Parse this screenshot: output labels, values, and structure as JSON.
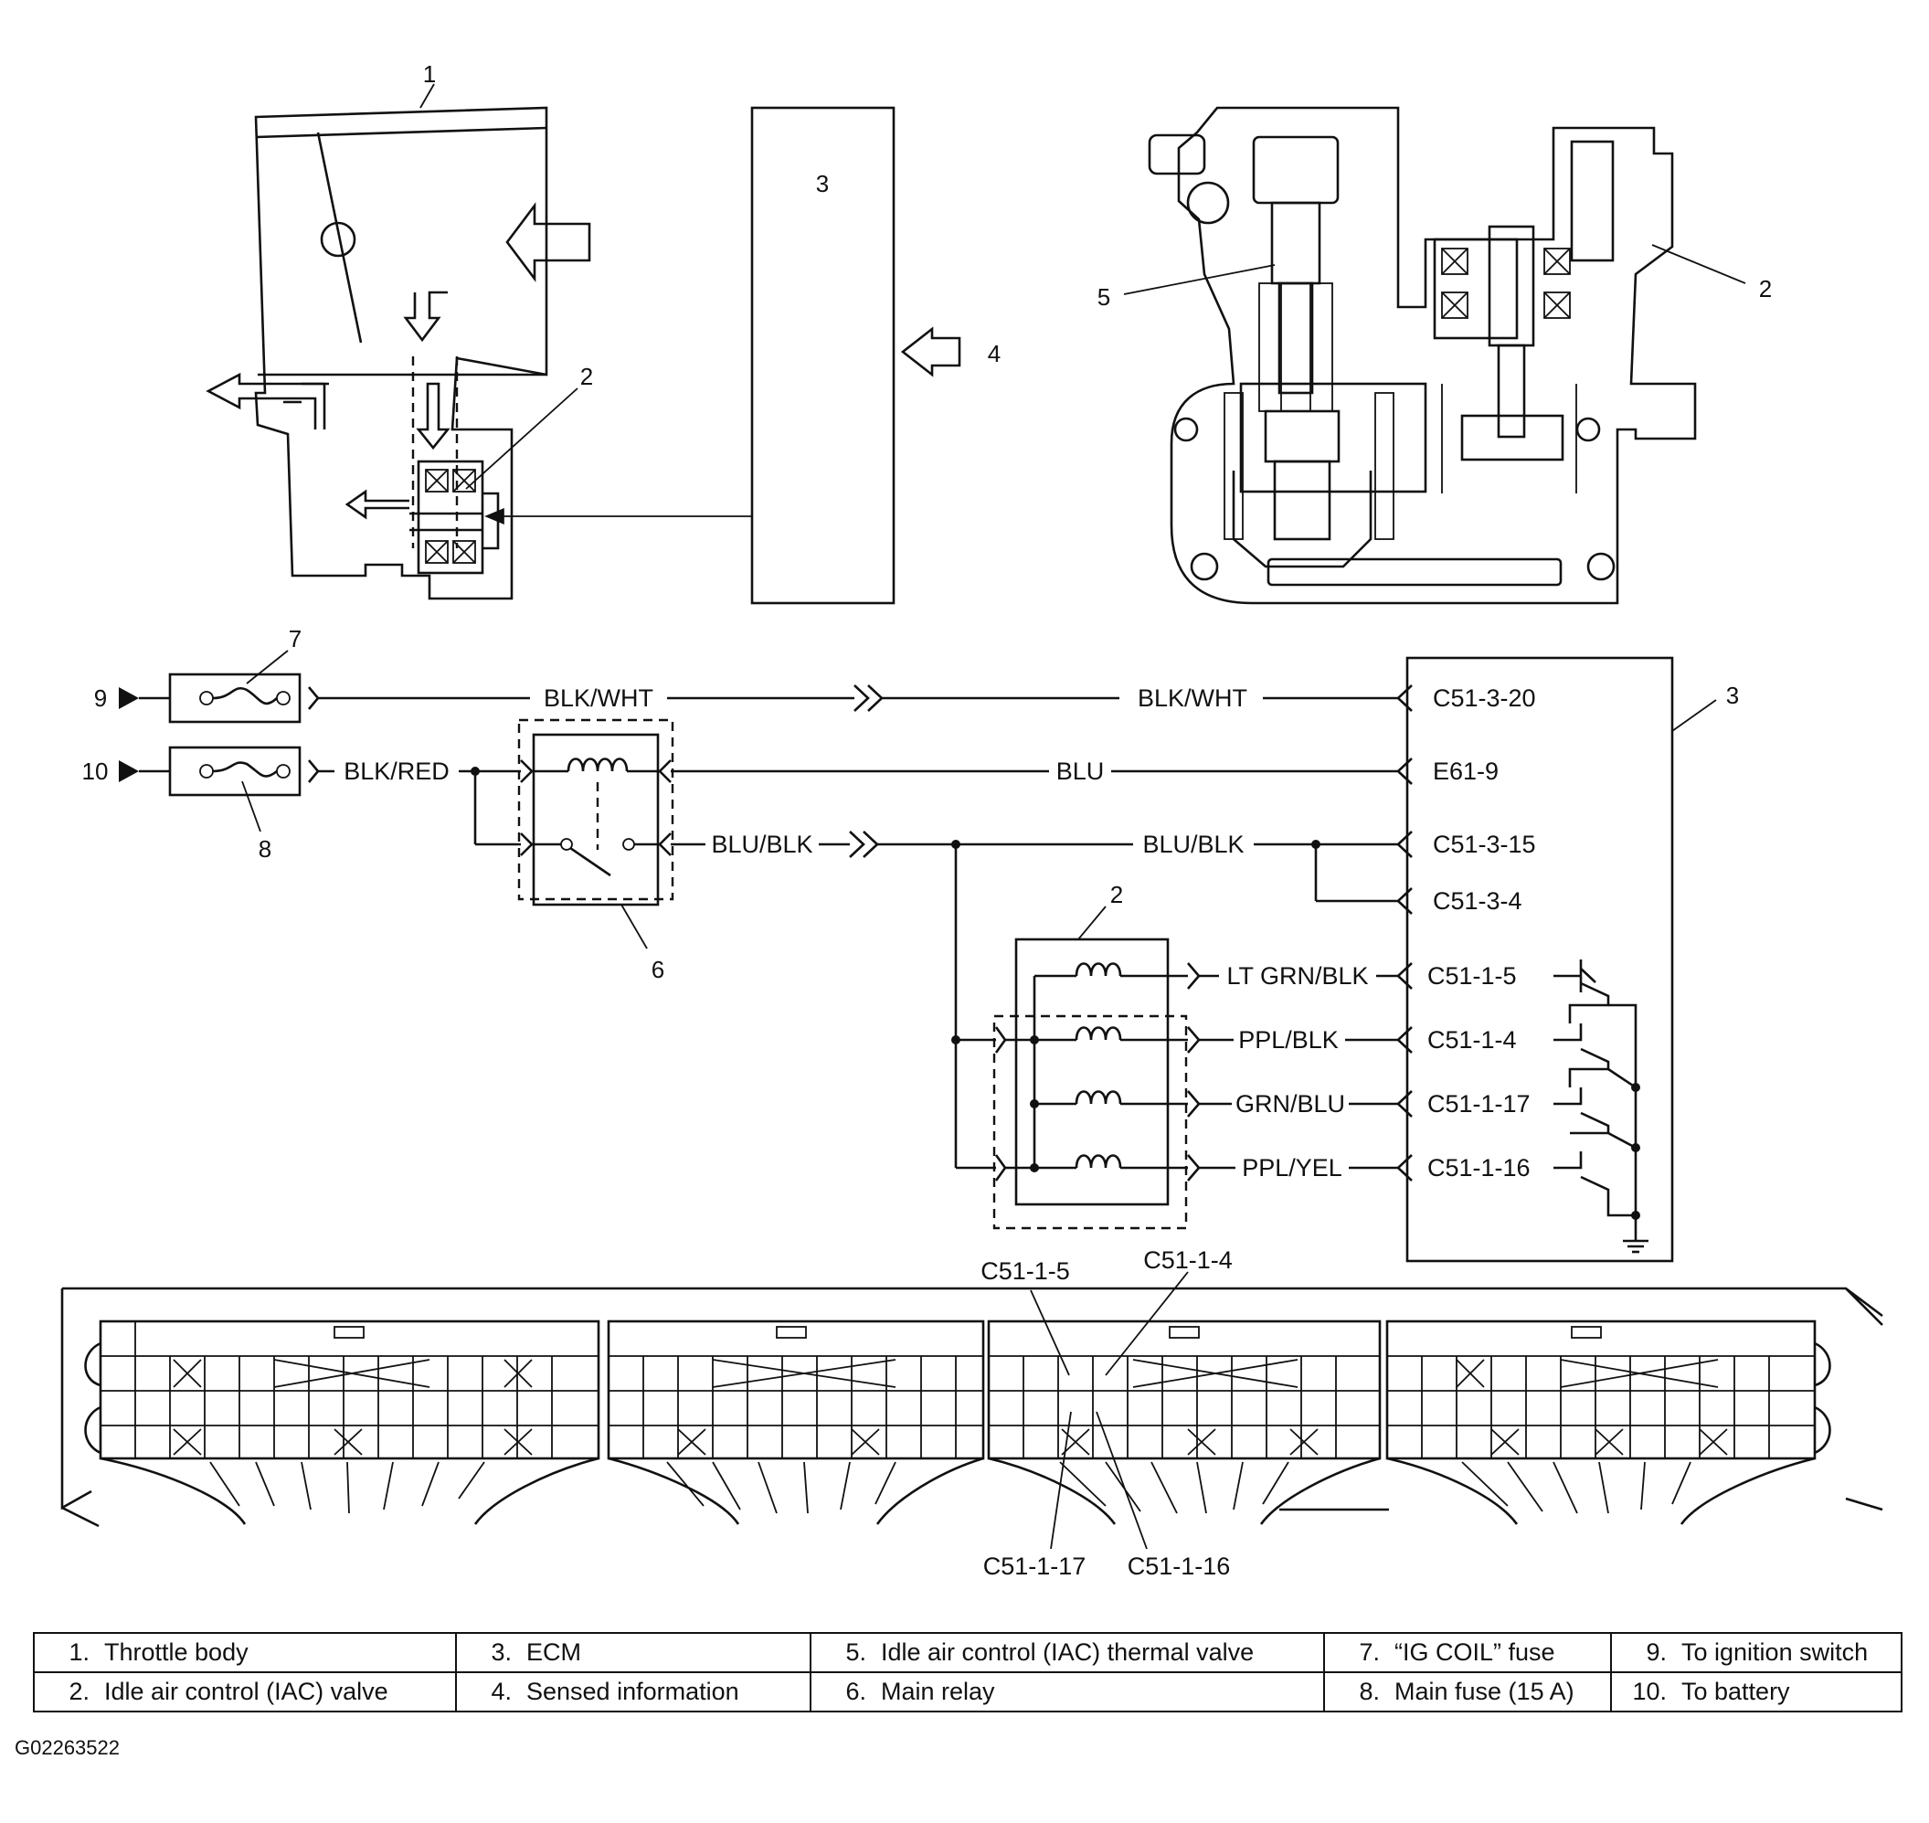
{
  "callouts": {
    "throttle_body": "1",
    "iac_valve_left": "2",
    "ecm_top": "3",
    "sensed_info": "4",
    "thermal_valve": "5",
    "iac_valve_right": "2",
    "fuse_ig": "7",
    "fuse_main": "8",
    "ign_switch": "9",
    "battery": "10",
    "ecm_schematic": "3",
    "main_relay": "6",
    "iac_schematic": "2"
  },
  "wires": {
    "blk_wht_1": "BLK/WHT",
    "blk_wht_2": "BLK/WHT",
    "blk_red": "BLK/RED",
    "blu": "BLU",
    "blu_blk_1": "BLU/BLK",
    "blu_blk_2": "BLU/BLK",
    "lt_grn_blk": "LT GRN/BLK",
    "ppl_blk": "PPL/BLK",
    "grn_blu": "GRN/BLU",
    "ppl_yel": "PPL/YEL"
  },
  "ecm_pins": [
    "C51-3-20",
    "E61-9",
    "C51-3-15",
    "C51-3-4",
    "C51-1-5",
    "C51-1-4",
    "C51-1-17",
    "C51-1-16"
  ],
  "connector_labels": {
    "top_left": "C51-1-5",
    "top_right": "C51-1-4",
    "bottom_left": "C51-1-17",
    "bottom_right": "C51-1-16"
  },
  "legend": [
    [
      {
        "num": "1.",
        "text": "Throttle body"
      },
      {
        "num": "3.",
        "text": "ECM"
      },
      {
        "num": "5.",
        "text": "Idle air control (IAC) thermal valve"
      },
      {
        "num": "7.",
        "text": "“IG COIL” fuse"
      },
      {
        "num": "9.",
        "text": "To ignition switch"
      }
    ],
    [
      {
        "num": "2.",
        "text": "Idle air control (IAC) valve"
      },
      {
        "num": "4.",
        "text": "Sensed information"
      },
      {
        "num": "6.",
        "text": "Main relay"
      },
      {
        "num": "8.",
        "text": "Main fuse (15 A)"
      },
      {
        "num": "10.",
        "text": "To battery"
      }
    ]
  ],
  "figure_id": "G02263522"
}
